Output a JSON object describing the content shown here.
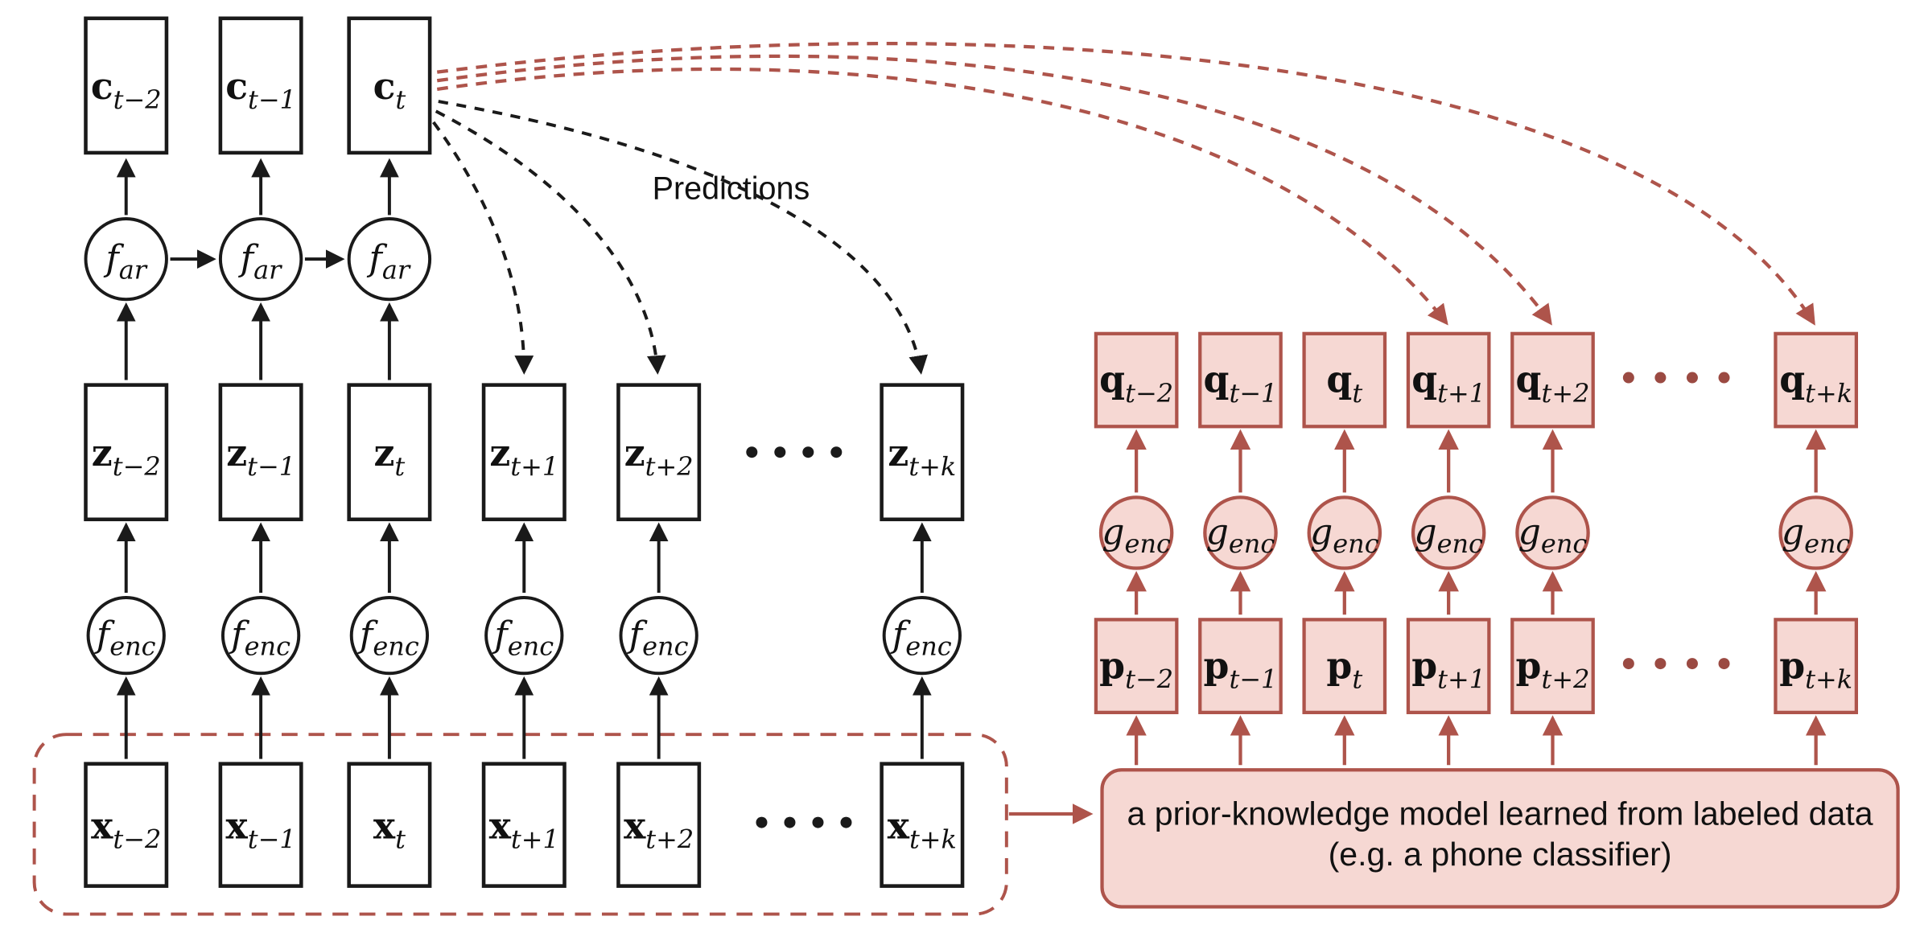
{
  "colors": {
    "black": "#1a1a1a",
    "red": "#ae544b",
    "pink_fill": "#f6d8d3",
    "background": "#ffffff"
  },
  "left": {
    "predictions_label": "Predictions",
    "c_row": [
      {
        "base": "c",
        "sub": "t−2"
      },
      {
        "base": "c",
        "sub": "t−1"
      },
      {
        "base": "c",
        "sub": "t"
      }
    ],
    "f_ar": {
      "base": "f",
      "sub": "ar"
    },
    "z_row": [
      {
        "base": "z",
        "sub": "t−2"
      },
      {
        "base": "z",
        "sub": "t−1"
      },
      {
        "base": "z",
        "sub": "t"
      },
      {
        "base": "z",
        "sub": "t+1"
      },
      {
        "base": "z",
        "sub": "t+2"
      },
      {
        "base": "z",
        "sub": "t+k"
      }
    ],
    "f_enc": {
      "base": "f",
      "sub": "enc"
    },
    "x_row": [
      {
        "base": "x",
        "sub": "t−2"
      },
      {
        "base": "x",
        "sub": "t−1"
      },
      {
        "base": "x",
        "sub": "t"
      },
      {
        "base": "x",
        "sub": "t+1"
      },
      {
        "base": "x",
        "sub": "t+2"
      },
      {
        "base": "x",
        "sub": "t+k"
      }
    ]
  },
  "right": {
    "q_row": [
      {
        "base": "q",
        "sub": "t−2"
      },
      {
        "base": "q",
        "sub": "t−1"
      },
      {
        "base": "q",
        "sub": "t"
      },
      {
        "base": "q",
        "sub": "t+1"
      },
      {
        "base": "q",
        "sub": "t+2"
      },
      {
        "base": "q",
        "sub": "t+k"
      }
    ],
    "g_enc": {
      "base": "g",
      "sub": "enc"
    },
    "p_row": [
      {
        "base": "p",
        "sub": "t−2"
      },
      {
        "base": "p",
        "sub": "t−1"
      },
      {
        "base": "p",
        "sub": "t"
      },
      {
        "base": "p",
        "sub": "t+1"
      },
      {
        "base": "p",
        "sub": "t+2"
      },
      {
        "base": "p",
        "sub": "t+k"
      }
    ],
    "prior_box": {
      "line1": "a prior-knowledge model learned from labeled data",
      "line2": "(e.g. a phone classifier)"
    }
  }
}
